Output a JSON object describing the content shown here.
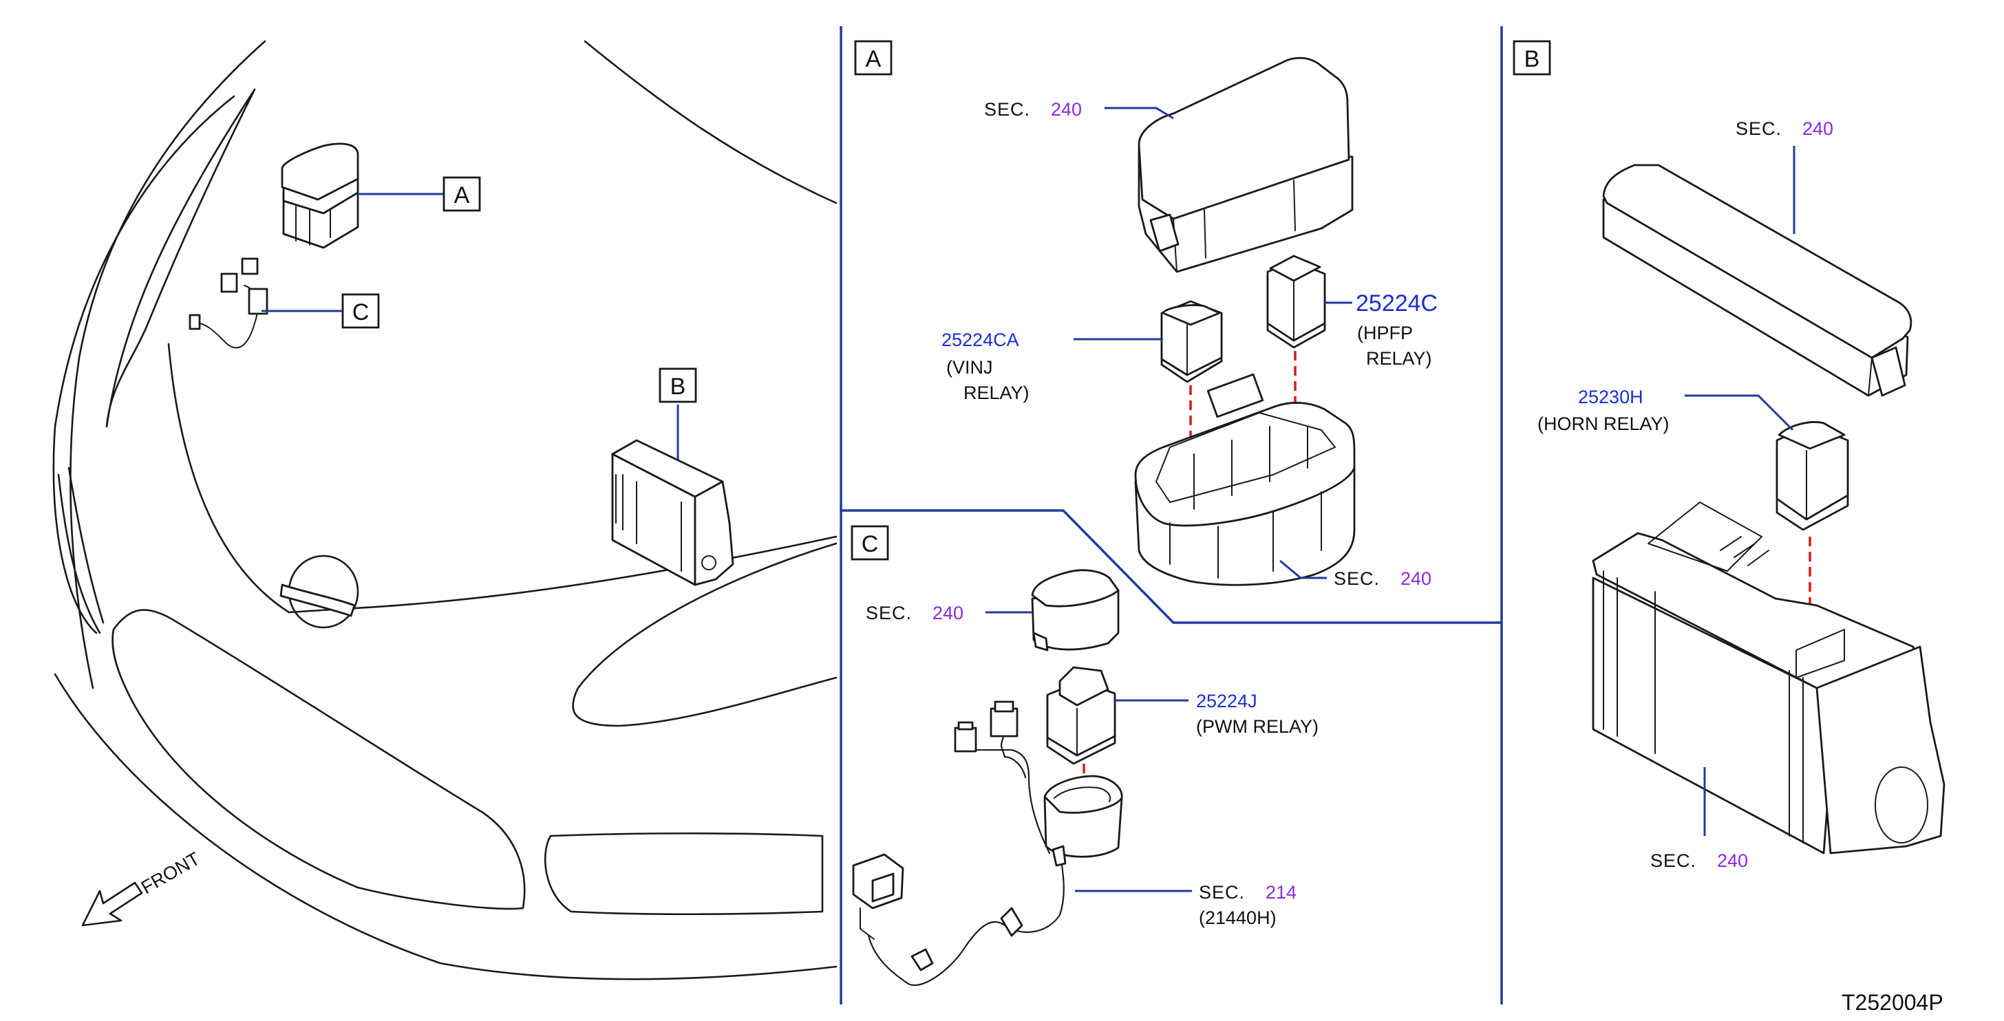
{
  "callouts": {
    "overview_a": "A",
    "overview_b": "B",
    "overview_c": "C",
    "panel_a": "A",
    "panel_b": "B",
    "panel_c": "C"
  },
  "front_label": "FRONT",
  "sec_text": "SEC.",
  "sections": {
    "a_cover": "240",
    "a_box": "240",
    "b_cover": "240",
    "b_box": "240",
    "c_cap": "240",
    "c_harness": "214"
  },
  "parts": {
    "hpfp_relay": {
      "number": "25224C",
      "line1": "(HPFP",
      "line2": "RELAY)"
    },
    "vinj_relay": {
      "number": "25224CA",
      "line1": "(VINJ",
      "line2": "RELAY)"
    },
    "horn_relay": {
      "number": "25230H",
      "line1": "(HORN   RELAY)"
    },
    "pwm_relay": {
      "number": "25224J",
      "line1": "(PWM   RELAY)"
    },
    "harness": {
      "line1": "(21440H)"
    }
  },
  "reference_code": "T252004P",
  "colors": {
    "leader": "#1f3b9a",
    "part_number": "#1a2fd0",
    "section_number": "#8a2be2",
    "install_dash": "#e01818"
  }
}
